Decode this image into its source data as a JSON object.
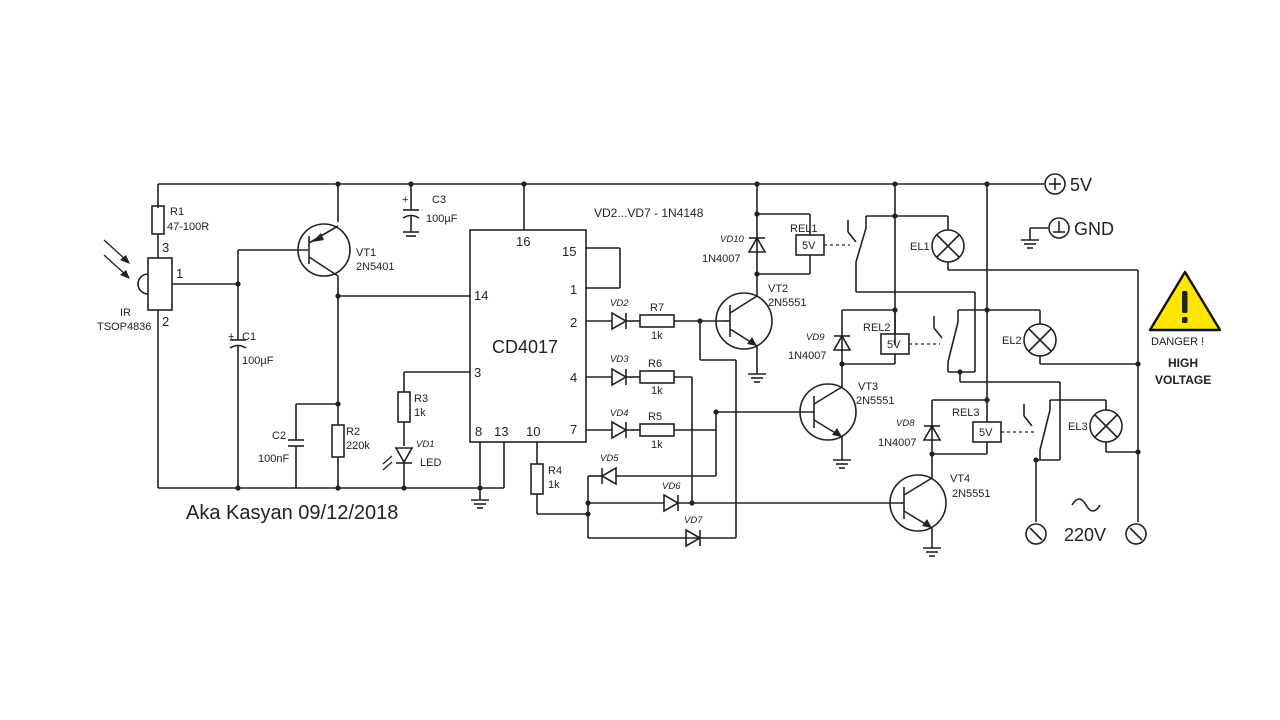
{
  "power": {
    "vcc": "5V",
    "gnd": "GND",
    "mains": "220V"
  },
  "note": "VD2...VD7 - 1N4148",
  "signature": "Aka Kasyan 09/12/2018",
  "warning": {
    "line1": "DANGER !",
    "line2": "HIGH",
    "line3": "VOLTAGE",
    "color": "#FFE600"
  },
  "ic": {
    "name": "CD4017",
    "pins": {
      "p16": "16",
      "p15": "15",
      "p1": "1",
      "p14": "14",
      "p2": "2",
      "p3": "3",
      "p4": "4",
      "p7": "7",
      "p8": "8",
      "p13": "13",
      "p10": "10"
    }
  },
  "ir": {
    "name": "IR",
    "part": "TSOP4836",
    "pin1": "1",
    "pin2": "2",
    "pin3": "3"
  },
  "components": {
    "r1": {
      "ref": "R1",
      "value": "47-100R"
    },
    "r2": {
      "ref": "R2",
      "value": "220k"
    },
    "r3": {
      "ref": "R3",
      "value": "1k"
    },
    "r4": {
      "ref": "R4",
      "value": "1k"
    },
    "r5": {
      "ref": "R5",
      "value": "1k"
    },
    "r6": {
      "ref": "R6",
      "value": "1k"
    },
    "r7": {
      "ref": "R7",
      "value": "1k"
    },
    "c1": {
      "ref": "C1",
      "value": "100µF",
      "plus": "+"
    },
    "c2": {
      "ref": "C2",
      "value": "100nF"
    },
    "c3": {
      "ref": "C3",
      "value": "100µF",
      "plus": "+"
    },
    "vt1": {
      "ref": "VT1",
      "value": "2N5401"
    },
    "vt2": {
      "ref": "VT2",
      "value": "2N5551"
    },
    "vt3": {
      "ref": "VT3",
      "value": "2N5551"
    },
    "vt4": {
      "ref": "VT4",
      "value": "2N5551"
    },
    "vd1": {
      "ref": "VD1",
      "value": "LED"
    },
    "vd2": {
      "ref": "VD2"
    },
    "vd3": {
      "ref": "VD3"
    },
    "vd4": {
      "ref": "VD4"
    },
    "vd5": {
      "ref": "VD5"
    },
    "vd6": {
      "ref": "VD6"
    },
    "vd7": {
      "ref": "VD7"
    },
    "vd8": {
      "ref": "VD8",
      "value": "1N4007"
    },
    "vd9": {
      "ref": "VD9",
      "value": "1N4007"
    },
    "vd10": {
      "ref": "VD10",
      "value": "1N4007"
    },
    "rel1": {
      "ref": "REL1",
      "coil": "5V"
    },
    "rel2": {
      "ref": "REL2",
      "coil": "5V"
    },
    "rel3": {
      "ref": "REL3",
      "coil": "5V"
    },
    "el1": {
      "ref": "EL1"
    },
    "el2": {
      "ref": "EL2"
    },
    "el3": {
      "ref": "EL3"
    }
  }
}
